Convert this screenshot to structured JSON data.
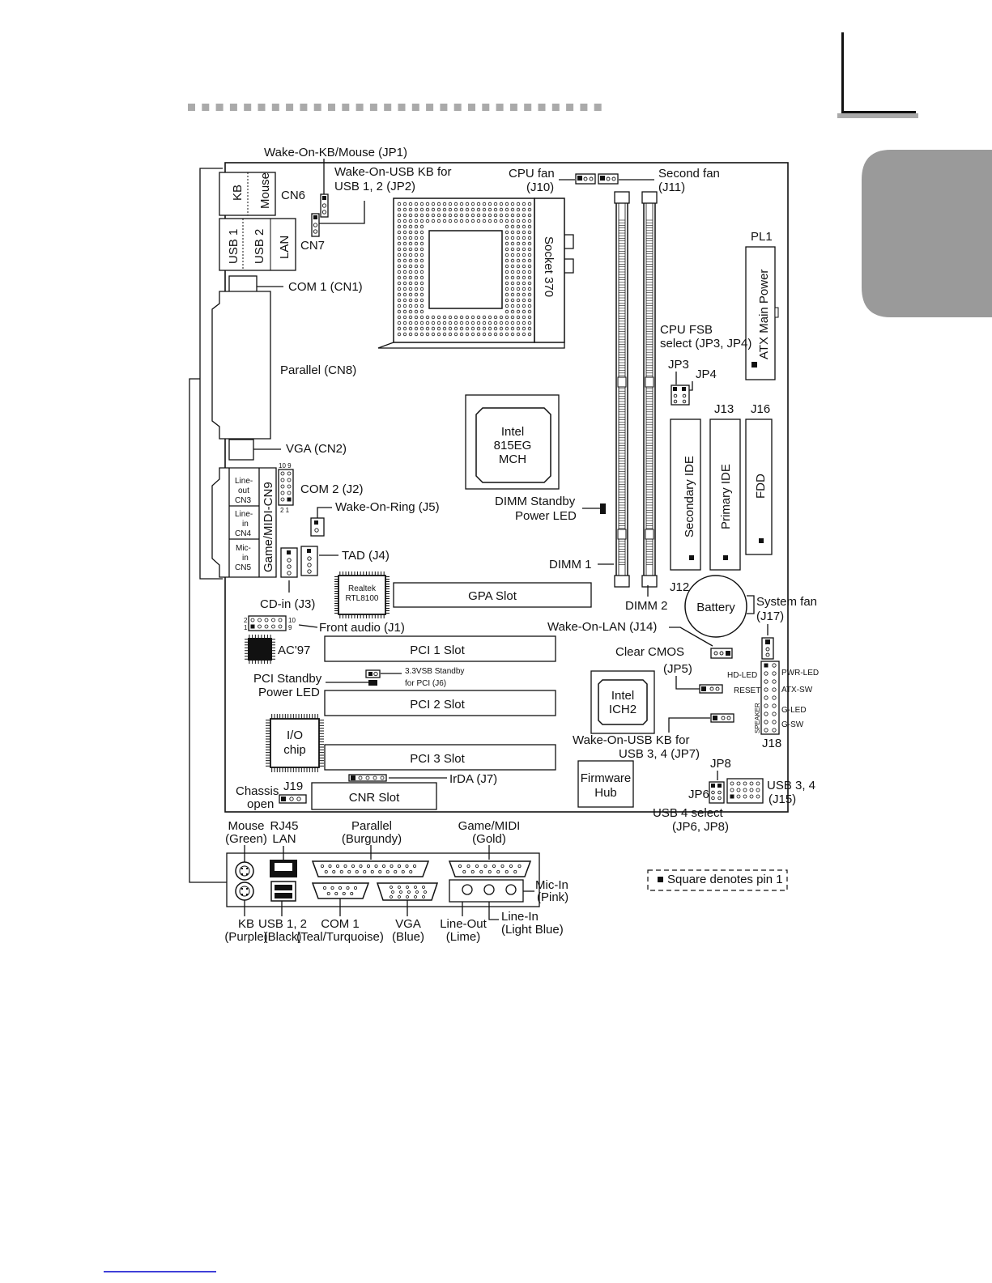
{
  "labels": {
    "wake_kb_mouse": "Wake-On-KB/Mouse (JP1)",
    "wake_usb12_a": "Wake-On-USB KB for",
    "wake_usb12_b": "USB 1, 2 (JP2)",
    "kb": "KB",
    "mouse": "Mouse",
    "cn6": "CN6",
    "usb1": "USB 1",
    "usb2": "USB 2",
    "lan": "LAN",
    "cn7": "CN7",
    "com1": "COM 1 (CN1)",
    "parallel": "Parallel (CN8)",
    "vga": "VGA (CN2)",
    "lineout_a": "Line-",
    "lineout_b": "out",
    "cn3": "CN3",
    "linein_a": "Line-",
    "linein_b": "in",
    "cn4": "CN4",
    "micin_a": "Mic-",
    "micin_b": "in",
    "cn5": "CN5",
    "game_midi_cn9": "Game/MIDI-CN9",
    "com2": "COM 2 (J2)",
    "com2_pin10": "10 9",
    "com2_pin2": "2 1",
    "wake_ring": "Wake-On-Ring (J5)",
    "tad": "TAD (J4)",
    "cdin": "CD-in (J3)",
    "realtek_a": "Realtek",
    "realtek_b": "RTL8100",
    "front_audio": "Front audio (J1)",
    "fa_pin2": "2",
    "fa_pin1": "1",
    "fa_pin10": "10",
    "fa_pin9": "9",
    "ac97": "AC'97",
    "pci_standby_a": "PCI Standby",
    "pci_standby_b": "Power LED",
    "vsb_a": "3.3VSB Standby",
    "vsb_b": "for PCI (J6)",
    "io_a": "I/O",
    "io_b": "chip",
    "chassis_a": "Chassis",
    "chassis_b": "open",
    "j19": "J19",
    "cnr": "CNR Slot",
    "irda": "IrDA (J7)",
    "gpa": "GPA Slot",
    "pci1": "PCI 1 Slot",
    "pci2": "PCI 2 Slot",
    "pci3": "PCI 3 Slot",
    "cpu_fan_a": "CPU fan",
    "cpu_fan_b": "(J10)",
    "second_fan_a": "Second fan",
    "second_fan_b": "(J11)",
    "socket": "Socket 370",
    "intel_mch_a": "Intel",
    "intel_mch_b": "815EG",
    "intel_mch_c": "MCH",
    "dimm_led_a": "DIMM Standby",
    "dimm_led_b": "Power LED",
    "dimm1": "DIMM 1",
    "dimm2": "DIMM 2",
    "pl1": "PL1",
    "atx_power": "ATX Main Power",
    "cpu_fsb_a": "CPU FSB",
    "cpu_fsb_b": "select (JP3, JP4)",
    "jp3": "JP3",
    "jp4": "JP4",
    "j13": "J13",
    "j16": "J16",
    "secondary_ide": "Secondary IDE",
    "primary_ide": "Primary IDE",
    "fdd": "FDD",
    "j12": "J12",
    "battery": "Battery",
    "system_fan_a": "System fan",
    "system_fan_b": "(J17)",
    "wake_lan": "Wake-On-LAN (J14)",
    "clear_cmos_a": "Clear CMOS",
    "clear_cmos_b": "(JP5)",
    "intel_ich_a": "Intel",
    "intel_ich_b": "ICH2",
    "hd_led": "HD-LED",
    "pwr_led": "PWR-LED",
    "reset": "RESET",
    "atx_sw": "ATX-SW",
    "speaker": "SPEAKER",
    "g_led": "G-LED",
    "g_sw": "G-SW",
    "j18": "J18",
    "wake_usb34_a": "Wake-On-USB KB for",
    "wake_usb34_b": "USB 3, 4 (JP7)",
    "firmware_a": "Firmware",
    "firmware_b": "Hub",
    "jp8": "JP8",
    "jp6": "JP6",
    "usb34_a": "USB 3, 4",
    "usb34_b": "(J15)",
    "usb4_sel_a": "USB 4 select",
    "usb4_sel_b": "(JP6, JP8)"
  },
  "io_panel": {
    "mouse_a": "Mouse",
    "mouse_b": "(Green)",
    "rj45_a": "RJ45",
    "rj45_b": "LAN",
    "parallel_a": "Parallel",
    "parallel_b": "(Burgundy)",
    "game_a": "Game/MIDI",
    "game_b": "(Gold)",
    "micin_a": "Mic-In",
    "micin_b": "(Pink)",
    "kb_a": "KB",
    "kb_b": "(Purple)",
    "usb_a": "USB 1, 2",
    "usb_b": "(Black)",
    "com1_a": "COM 1",
    "com1_b": "(Teal/Turquoise)",
    "vga_a": "VGA",
    "vga_b": "(Blue)",
    "lineout_a": "Line-Out",
    "lineout_b": "(Lime)",
    "linein_a": "Line-In",
    "linein_b": "(Light Blue)"
  },
  "legend": {
    "square_note": "Square denotes pin 1"
  }
}
